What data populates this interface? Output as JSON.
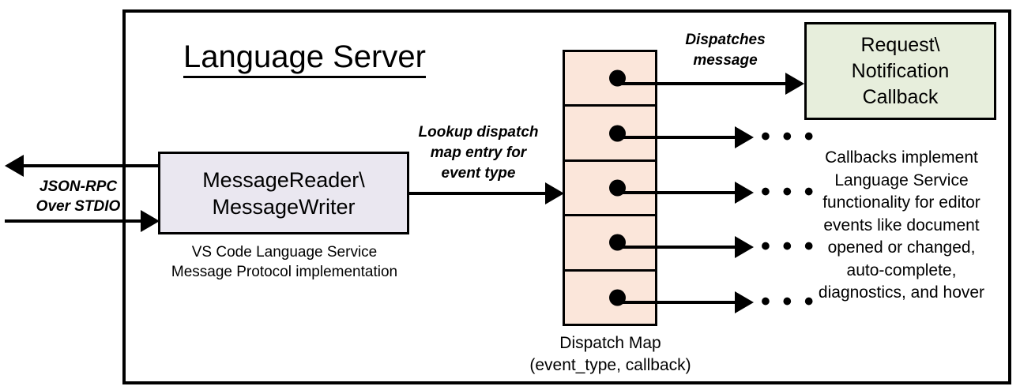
{
  "diagram": {
    "title": "Language Server",
    "container_label": "Language Server"
  },
  "external": {
    "rpc_label_line1": "JSON-RPC",
    "rpc_label_line2": "Over STDIO",
    "outbound_arrow": "arrow-left-icon",
    "inbound_arrow": "arrow-right-icon"
  },
  "reader": {
    "line1": "MessageReader\\",
    "line2": "MessageWriter",
    "caption_line1": "VS Code Language Service",
    "caption_line2": "Message Protocol implementation",
    "fill_color": "#EAE7F0"
  },
  "lookup": {
    "line1": "Lookup dispatch",
    "line2": "map entry for",
    "line3": "event type"
  },
  "dispatch_map": {
    "caption_line1": "Dispatch Map",
    "caption_line2": "(event_type, callback)",
    "fill_color": "#FBE6DA",
    "cells": [
      {
        "dot": "entry-dot-icon"
      },
      {
        "dot": "entry-dot-icon"
      },
      {
        "dot": "entry-dot-icon"
      },
      {
        "dot": "entry-dot-icon"
      },
      {
        "dot": "entry-dot-icon"
      }
    ]
  },
  "dispatch_message": {
    "line1": "Dispatches",
    "line2": "message"
  },
  "callback": {
    "line1": "Request\\",
    "line2": "Notification",
    "line3": "Callback",
    "fill_color": "#E7EEDC",
    "caption_line1": "Callbacks implement",
    "caption_line2": "Language Service",
    "caption_line3": "functionality for editor",
    "caption_line4": "events like document",
    "caption_line5": "opened or changed,",
    "caption_line6": "auto-complete,",
    "caption_line7": "diagnostics, and hover"
  },
  "ellipses": {
    "glyph": "• • •",
    "count": 4
  }
}
